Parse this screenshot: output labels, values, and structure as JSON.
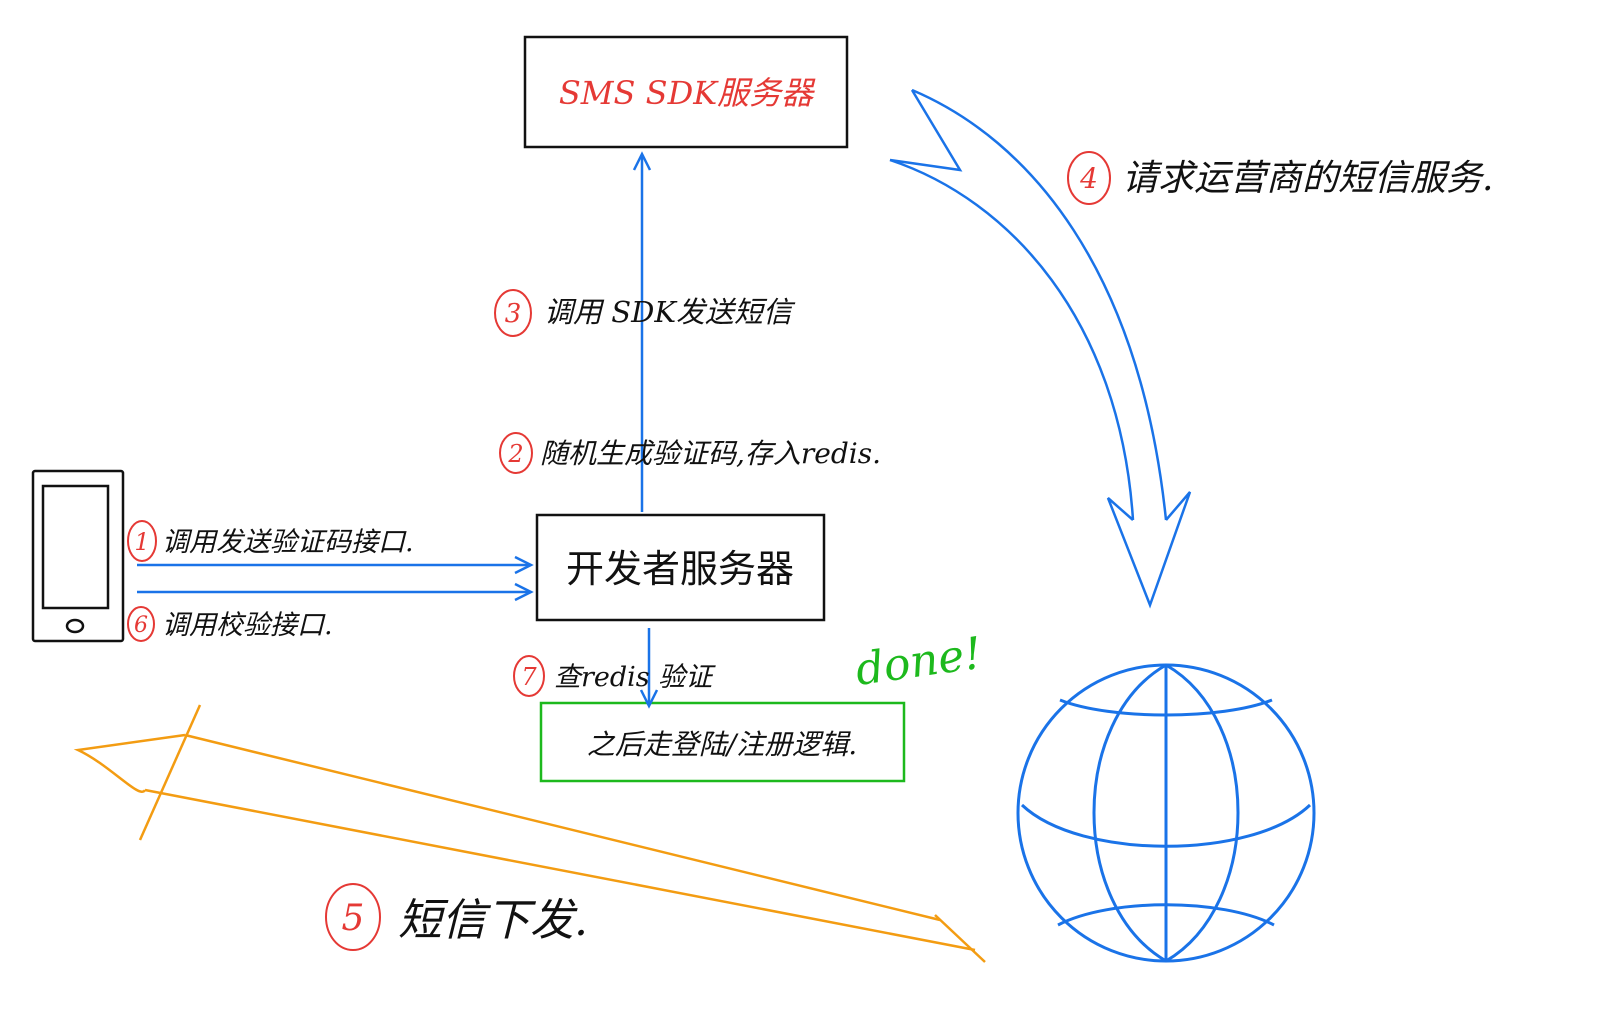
{
  "boxes": {
    "sms_sdk_server": "SMS SDK服务器",
    "developer_server": "开发者服务器",
    "next_step": "之后走登陆/注册逻辑."
  },
  "steps": {
    "s1": {
      "num": "1",
      "text": "调用发送验证码接口."
    },
    "s2": {
      "num": "2",
      "text": "随机生成验证码,存入redis."
    },
    "s3": {
      "num": "3",
      "text": "调用 SDK发送短信"
    },
    "s4": {
      "num": "4",
      "text": "请求运营商的短信服务."
    },
    "s5": {
      "num": "5",
      "text": "短信下发."
    },
    "s6": {
      "num": "6",
      "text": "调用校验接口."
    },
    "s7": {
      "num": "7",
      "text": "查redis 验证"
    }
  },
  "annotation": {
    "done": "done!"
  },
  "icons": [
    "phone-icon",
    "globe-icon"
  ],
  "colors": {
    "blue": "#1a73e8",
    "red": "#e53935",
    "orange": "#f39c12",
    "green": "#1db91d",
    "ink": "#111111"
  }
}
